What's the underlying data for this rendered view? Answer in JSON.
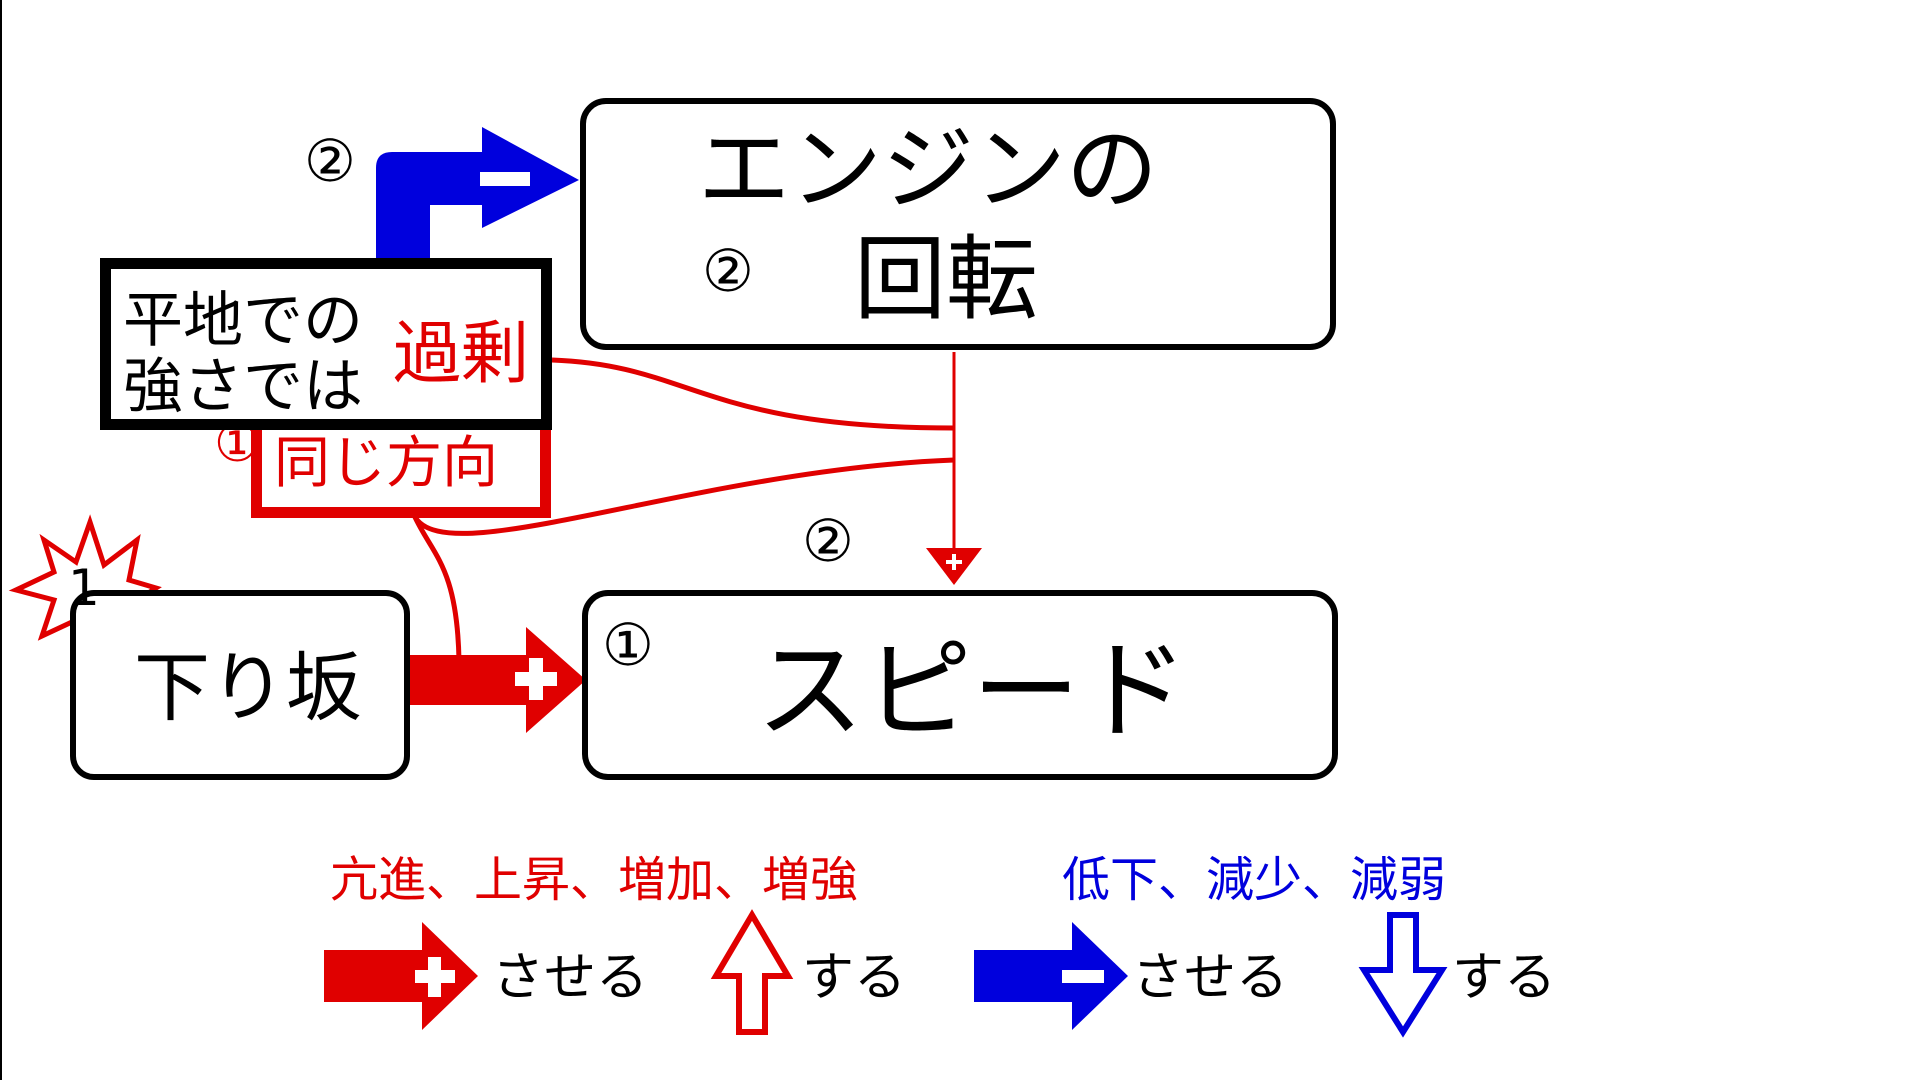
{
  "engine_box": {
    "line1": "エンジンの",
    "line2": "回転",
    "marker": "②"
  },
  "speed_box": {
    "label": "スピード",
    "marker": "①"
  },
  "downhill_box": {
    "label": "下り坂",
    "star_number": "1"
  },
  "condition_box": {
    "line1": "平地での",
    "line2": "強さでは",
    "emphasis": "過剰"
  },
  "same_direction": {
    "marker": "①",
    "label": "同じ方向"
  },
  "marker_top_left": "②",
  "marker_middle": "②",
  "legend": {
    "increase_words": "亢進、上昇、増加、増強",
    "decrease_words": "低下、減少、減弱",
    "cause_increase": "させる",
    "become_increase": "する",
    "cause_decrease": "させる",
    "become_decrease": "する"
  },
  "colors": {
    "increase": "#e00000",
    "decrease": "#0000dd",
    "box_border": "#000000"
  },
  "icons": [
    "plus-arrow-icon",
    "minus-arrow-icon",
    "up-arrow-icon",
    "down-arrow-icon",
    "burst-star-icon"
  ]
}
